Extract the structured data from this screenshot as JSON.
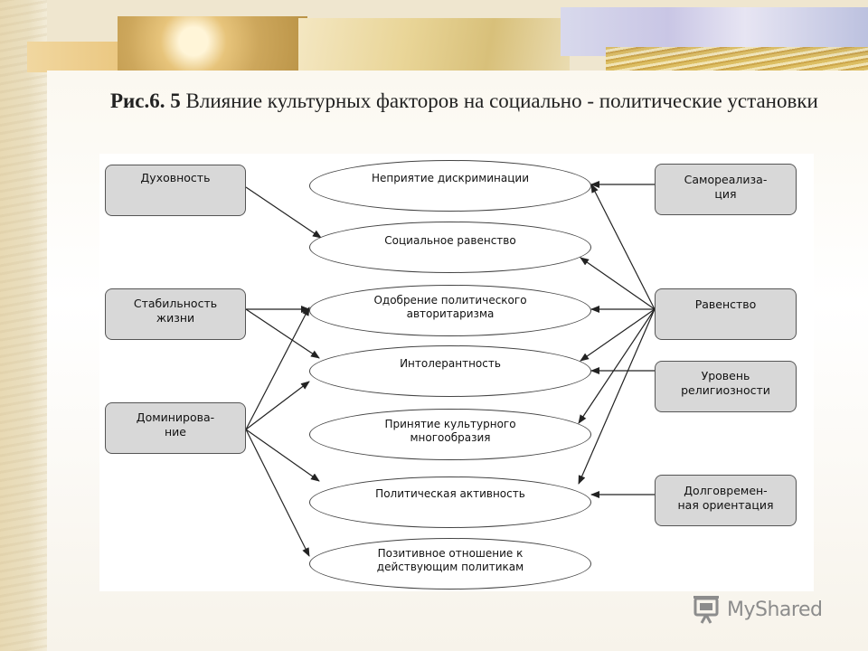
{
  "slide": {
    "title_prefix": "Рис.6. 5",
    "title_text": " Влияние культурных факторов на социально - политические установки"
  },
  "diagram": {
    "left_factors": [
      "Духовность",
      "Стабильность\nжизни",
      "Доминирова-\nние"
    ],
    "right_factors": [
      "Самореализа-\nция",
      "Равенство",
      "Уровень\nрелигиозности",
      "Долговремен-\nная ориентация"
    ],
    "attitudes": [
      "Неприятие дискриминации",
      "Социальное равенство",
      "Одобрение политического\nавторитаризма",
      "Интолерантность",
      "Принятие культурного\nмногообразия",
      "Политическая активность",
      "Позитивное отношение к\nдействующим политикам"
    ]
  },
  "watermark": {
    "brand": "MyShared"
  },
  "colors": {
    "box_fill": "#d8d8d8",
    "arrow": "#222222",
    "logo": "#8c8c8c"
  }
}
